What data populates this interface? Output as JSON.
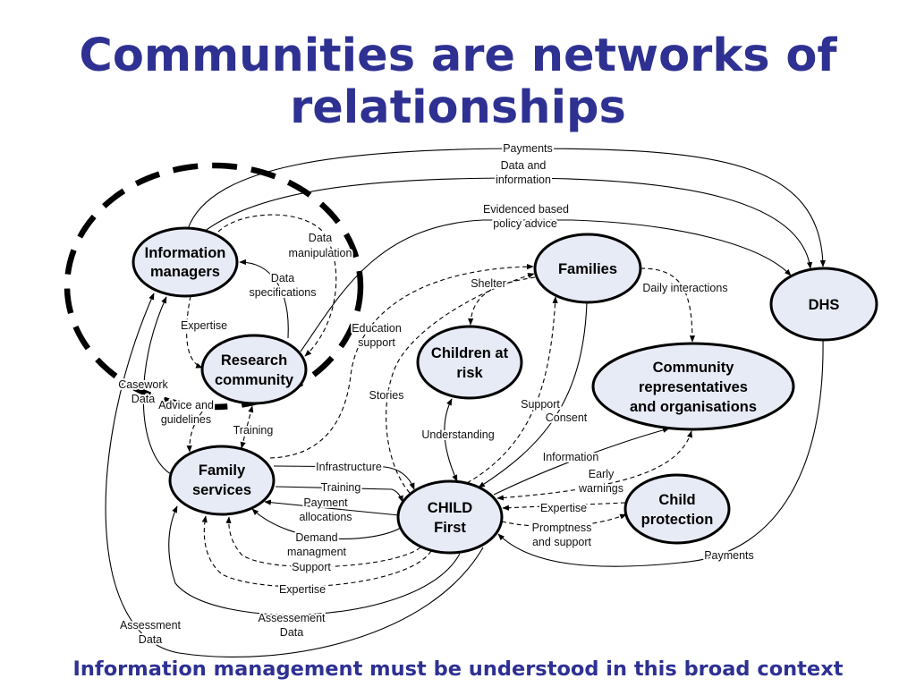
{
  "slide": {
    "title": "Communities are networks of relationships",
    "footer": "Information management must be understood in this broad context"
  },
  "nodes": {
    "information_managers": [
      "Information",
      "managers"
    ],
    "research_community": [
      "Research",
      "community"
    ],
    "family_services": [
      "Family",
      "services"
    ],
    "child_first": [
      "CHILD",
      "First"
    ],
    "children_at_risk": [
      "Children at",
      "risk"
    ],
    "families": [
      "Families"
    ],
    "community_representatives": [
      "Community",
      "representatives",
      "and organisations"
    ],
    "dhs": [
      "DHS"
    ],
    "child_protection": [
      "Child",
      "protection"
    ]
  },
  "edge_labels": {
    "payments_top": [
      "Payments"
    ],
    "data_and_information": [
      "Data and",
      "information"
    ],
    "evidenced_policy_advice": [
      "Evidenced based",
      "policy advice"
    ],
    "data_manipulation": [
      "Data",
      "manipulation"
    ],
    "data_specifications": [
      "Data",
      "specifications"
    ],
    "expertise_im_rc": [
      "Expertise"
    ],
    "education_support": [
      "Education",
      "support"
    ],
    "shelter": [
      "Shelter"
    ],
    "daily_interactions": [
      "Daily interactions"
    ],
    "casework_data": [
      "Casework",
      "Data"
    ],
    "advice_and_guidelines": [
      "Advice and",
      "guidelines"
    ],
    "stories": [
      "Stories"
    ],
    "training_rc_fs": [
      "Training"
    ],
    "support_families": [
      "Support"
    ],
    "consent": [
      "Consent"
    ],
    "understanding": [
      "Understanding"
    ],
    "information": [
      "Information"
    ],
    "infrastructure": [
      "Infrastructure"
    ],
    "early_warnings": [
      "Early",
      "warnings"
    ],
    "training_fs_cf": [
      "Training"
    ],
    "payment_allocations": [
      "Payment",
      "allocations"
    ],
    "expertise_cp_cf": [
      "Expertise"
    ],
    "promptness_and_support": [
      "Promptness",
      "and support"
    ],
    "demand_managment": [
      "Demand",
      "managment"
    ],
    "support_cf_fs": [
      "Support"
    ],
    "payments_bottom": [
      "Payments"
    ],
    "expertise_cf_fs": [
      "Expertise"
    ],
    "assessment_data": [
      "Assessment",
      "Data"
    ],
    "assessement_data": [
      "Assessement",
      "Data"
    ]
  },
  "colors": {
    "title": "#2e3192",
    "node_fill": "#e7ebf6",
    "line": "#000000"
  }
}
